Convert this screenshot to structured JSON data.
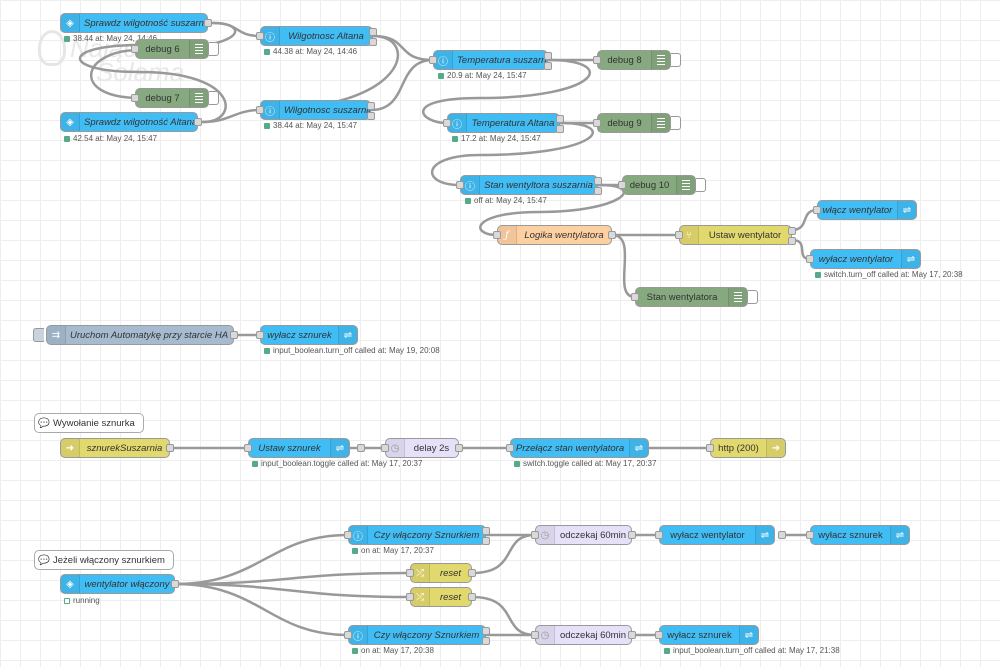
{
  "watermark": {
    "line1": "Nającie",
    "line2": "Solama"
  },
  "colors": {
    "ha_blue": "#41bdf5",
    "debug_green": "#87a980",
    "function_orange": "#fdd0a2",
    "switch_yellow": "#e2d96e",
    "delay_lavender": "#e6e0f8",
    "inject_gray": "#a6bbcf",
    "wire": "#999999",
    "status_green": "#55aa88"
  },
  "nodes": {
    "n1": {
      "label": "Sprawdz wilgotność suszarnia",
      "status": "38.44 at: May 24, 14:46",
      "icon": "ha-event-icon"
    },
    "n2": {
      "label": "debug 6",
      "icon": "debug-list-icon"
    },
    "n3": {
      "label": "Wilgotnosc Altana",
      "status": "44.38 at: May 24, 14:46",
      "icon": "ha-info-icon"
    },
    "n4": {
      "label": "Temperatura suszarnia",
      "status": "20.9 at: May 24, 15:47",
      "icon": "ha-info-icon"
    },
    "n5": {
      "label": "debug 8",
      "icon": "debug-list-icon"
    },
    "n6": {
      "label": "debug 7",
      "icon": "debug-list-icon"
    },
    "n7": {
      "label": "Sprawdz wilgotność Altana",
      "status": "42.54 at: May 24, 15:47",
      "icon": "ha-event-icon"
    },
    "n8": {
      "label": "Wilgotnosc suszarnia",
      "status": "38.44 at: May 24, 15:47",
      "icon": "ha-info-icon"
    },
    "n9": {
      "label": "Temperatura Altana",
      "status": "17.2 at: May 24, 15:47",
      "icon": "ha-info-icon"
    },
    "n10": {
      "label": "debug 9",
      "icon": "debug-list-icon"
    },
    "n11": {
      "label": "Stan wentyltora suszarnia",
      "status": "off at: May 24, 15:47",
      "icon": "ha-info-icon"
    },
    "n12": {
      "label": "debug 10",
      "icon": "debug-list-icon"
    },
    "n13": {
      "label": "włącz wentylator",
      "icon": "ha-service-icon"
    },
    "n14": {
      "label": "Logika wentylatora",
      "icon": "function-icon"
    },
    "n15": {
      "label": "Ustaw wentylator",
      "icon": "switch-icon"
    },
    "n16": {
      "label": "wyłacz wentylator",
      "status": "switch.turn_off called at: May 17, 20:38",
      "icon": "ha-service-icon"
    },
    "n17": {
      "label": "Stan wentylatora",
      "icon": "debug-list-icon"
    },
    "n18": {
      "label": "Uruchom Automatykę przy starcie HA '",
      "icon": "inject-icon"
    },
    "n19": {
      "label": "wyłacz sznurek",
      "status": "input_boolean.turn_off called at: May 19, 20:08",
      "icon": "ha-service-icon"
    },
    "n21": {
      "label": "sznurekSuszarnia",
      "icon": "http-in-icon"
    },
    "n22": {
      "label": "Ustaw sznurek",
      "status": "input_boolean.toggle called at: May 17, 20:37",
      "icon": "ha-service-icon"
    },
    "n23": {
      "label": "delay 2s",
      "icon": "delay-clock-icon"
    },
    "n24": {
      "label": "Przełącz stan wentylatora",
      "status": "switch.toggle called at: May 17, 20:37",
      "icon": "ha-service-icon"
    },
    "n25": {
      "label": "http (200)",
      "icon": "http-response-icon"
    },
    "n26": {
      "label": "Czy włączony Sznurkiem",
      "status": "on at: May 17, 20:37",
      "icon": "ha-info-icon"
    },
    "n27": {
      "label": "odczekaj 60min",
      "icon": "delay-clock-icon"
    },
    "n28": {
      "label": "wyłacz wentylator",
      "icon": "ha-service-icon"
    },
    "n29": {
      "label": "wyłacz sznurek",
      "icon": "ha-service-icon"
    },
    "n31": {
      "label": "wentylator włączony",
      "status": "running",
      "icon": "ha-event-icon"
    },
    "n32": {
      "label": "reset",
      "icon": "change-icon"
    },
    "n33": {
      "label": "reset",
      "icon": "change-icon"
    },
    "n34": {
      "label": "Czy włączony Sznurkiem",
      "status": "on at: May 17, 20:38",
      "icon": "ha-info-icon"
    },
    "n35": {
      "label": "odczekaj 60min",
      "icon": "delay-clock-icon"
    },
    "n36": {
      "label": "wyłacz sznurek",
      "status": "input_boolean.turn_off called at: May 17, 21:38",
      "icon": "ha-service-icon"
    }
  },
  "comments": {
    "c1": {
      "label": "Wywołanie sznurka",
      "icon": "comment-icon"
    },
    "c2": {
      "label": "Jeżeli włączony sznurkiem",
      "icon": "comment-icon"
    }
  }
}
